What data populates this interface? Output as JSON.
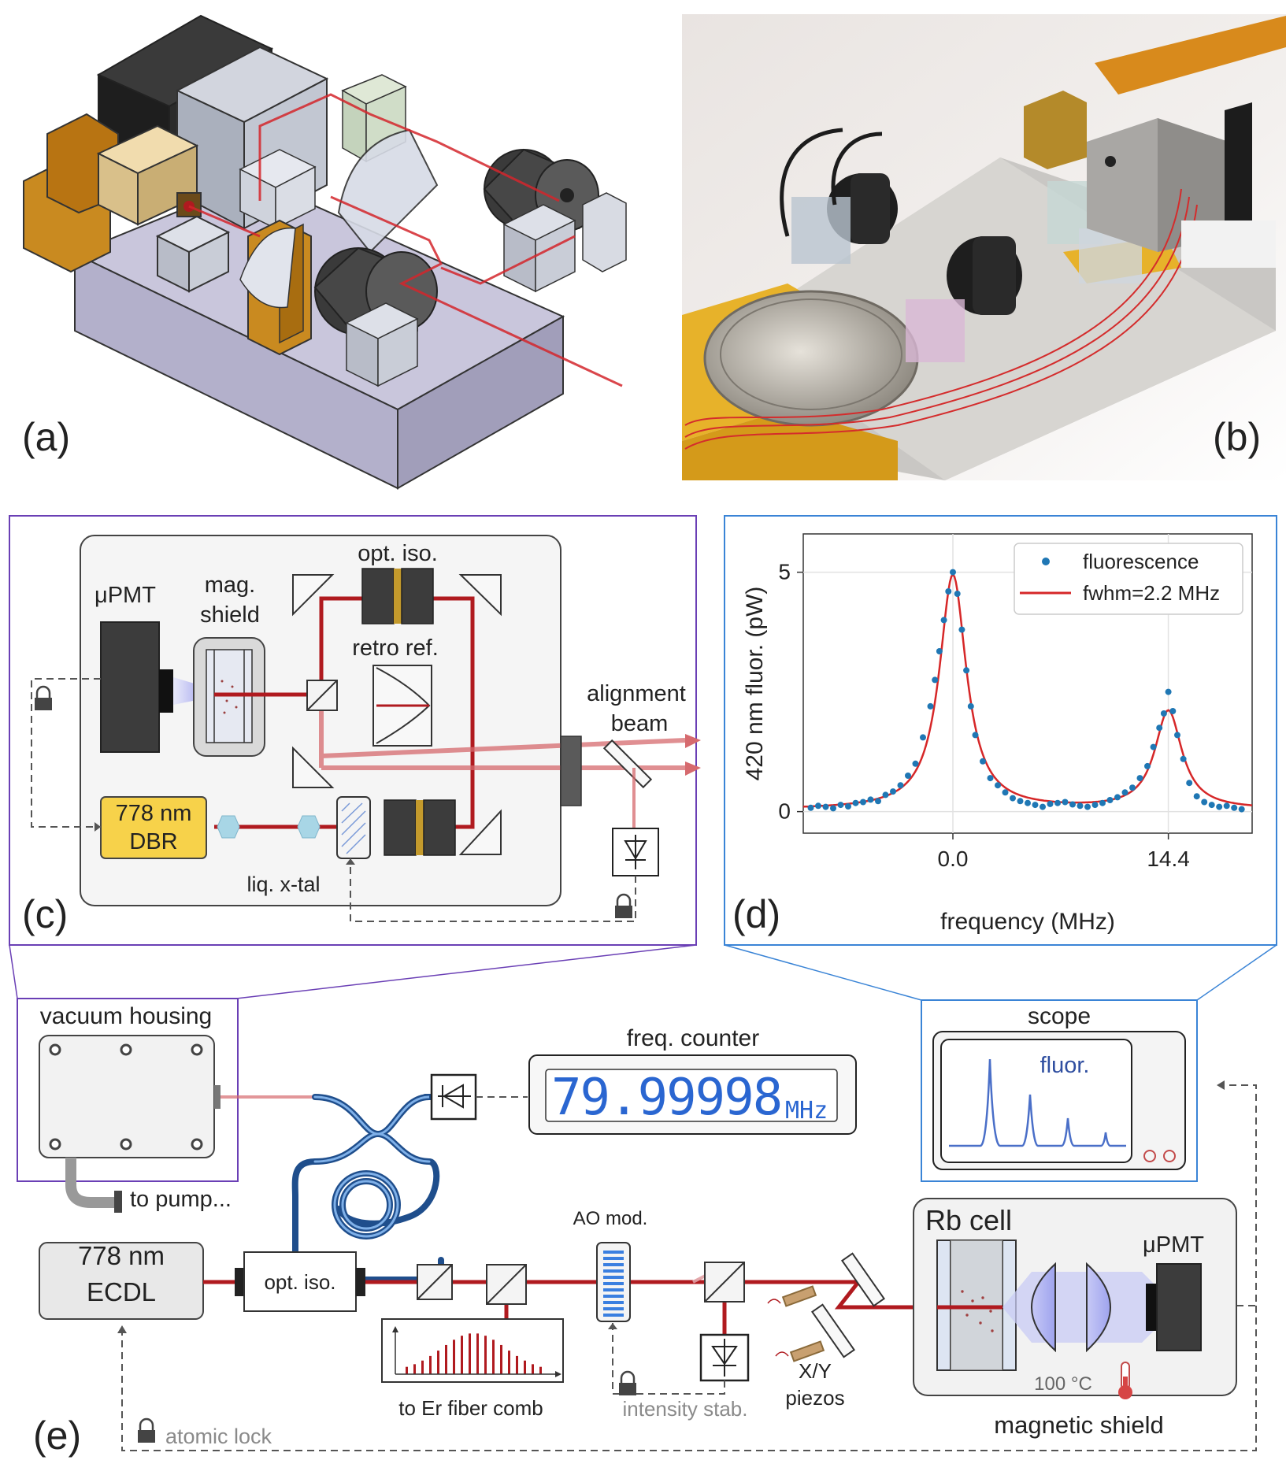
{
  "panels": {
    "a": "(a)",
    "b": "(b)",
    "c": "(c)",
    "d": "(d)",
    "e": "(e)"
  },
  "panel_c": {
    "pmt": "μPMT",
    "mag_shield_1": "mag.",
    "mag_shield_2": "shield",
    "opt_iso": "opt. iso.",
    "retro": "retro ref.",
    "align_1": "alignment",
    "align_2": "beam",
    "dbr_1": "778 nm",
    "dbr_2": "DBR",
    "liq": "liq. x-tal"
  },
  "panel_e": {
    "vacuum": "vacuum housing",
    "to_pump": "to pump...",
    "freq_counter": "freq. counter",
    "freq_value": "79.99998",
    "freq_unit": "MHz",
    "scope": "scope",
    "fluor": "fluor.",
    "ecdl_1": "778 nm",
    "ecdl_2": "ECDL",
    "opt_iso": "opt. iso.",
    "comb": "to Er fiber comb",
    "ao": "AO mod.",
    "intensity": "intensity stab.",
    "xy_1": "X/Y",
    "xy_2": "piezos",
    "rb": "Rb cell",
    "pmt": "μPMT",
    "temp": "100 °C",
    "mag": "magnetic shield",
    "atomic": "atomic lock"
  },
  "colors": {
    "laser": "#b01a1f",
    "fiber": "#1f4e8c",
    "fluor_curve": "#d62728",
    "fluor_points": "#1f77b4",
    "purple_frame": "#6a3fb5",
    "blue_frame": "#3a84d6",
    "dbr_fill": "#f7d24a"
  },
  "chart_data": {
    "type": "scatter",
    "xlabel": "frequency (MHz)",
    "ylabel": "420 nm fluor. (pW)",
    "x_ticks": [
      "0.0",
      "14.4"
    ],
    "y_ticks": [
      "0",
      "5"
    ],
    "xlim": [
      -10,
      20
    ],
    "ylim": [
      -0.45,
      5.8
    ],
    "grid": true,
    "legend_position": "top-right",
    "series": [
      {
        "name": "fluorescence",
        "style": "points",
        "x": [
          -9.5,
          -9.0,
          -8.5,
          -8.0,
          -7.5,
          -7.0,
          -6.5,
          -6.0,
          -5.5,
          -5.0,
          -4.5,
          -4.0,
          -3.5,
          -3.0,
          -2.5,
          -2.0,
          -1.5,
          -1.2,
          -0.9,
          -0.6,
          -0.3,
          0.0,
          0.3,
          0.6,
          0.9,
          1.2,
          1.5,
          2.0,
          2.5,
          3.0,
          3.5,
          4.0,
          4.5,
          5.0,
          5.5,
          6.0,
          6.5,
          7.0,
          7.5,
          8.0,
          8.5,
          9.0,
          9.5,
          10.0,
          10.5,
          11.0,
          11.5,
          12.0,
          12.5,
          13.0,
          13.4,
          13.8,
          14.1,
          14.4,
          14.7,
          15.0,
          15.4,
          15.8,
          16.3,
          16.8,
          17.3,
          17.8,
          18.3,
          18.8,
          19.3
        ],
        "y": [
          0.08,
          0.12,
          0.1,
          0.07,
          0.14,
          0.11,
          0.18,
          0.2,
          0.25,
          0.22,
          0.35,
          0.42,
          0.55,
          0.75,
          1.0,
          1.55,
          2.2,
          2.75,
          3.35,
          4.0,
          4.6,
          5.0,
          4.55,
          3.8,
          2.95,
          2.2,
          1.6,
          1.05,
          0.7,
          0.55,
          0.4,
          0.28,
          0.22,
          0.18,
          0.14,
          0.1,
          0.16,
          0.18,
          0.2,
          0.15,
          0.12,
          0.1,
          0.14,
          0.18,
          0.24,
          0.3,
          0.4,
          0.5,
          0.7,
          0.95,
          1.35,
          1.75,
          2.05,
          2.5,
          2.1,
          1.6,
          1.1,
          0.6,
          0.32,
          0.2,
          0.14,
          0.1,
          0.12,
          0.08,
          0.05
        ]
      },
      {
        "name": "fwhm=2.2 MHz",
        "style": "line",
        "peaks": [
          [
            0.0,
            4.9,
            2.2
          ],
          [
            14.4,
            2.05,
            2.2
          ]
        ],
        "offset": 0.04
      }
    ]
  }
}
